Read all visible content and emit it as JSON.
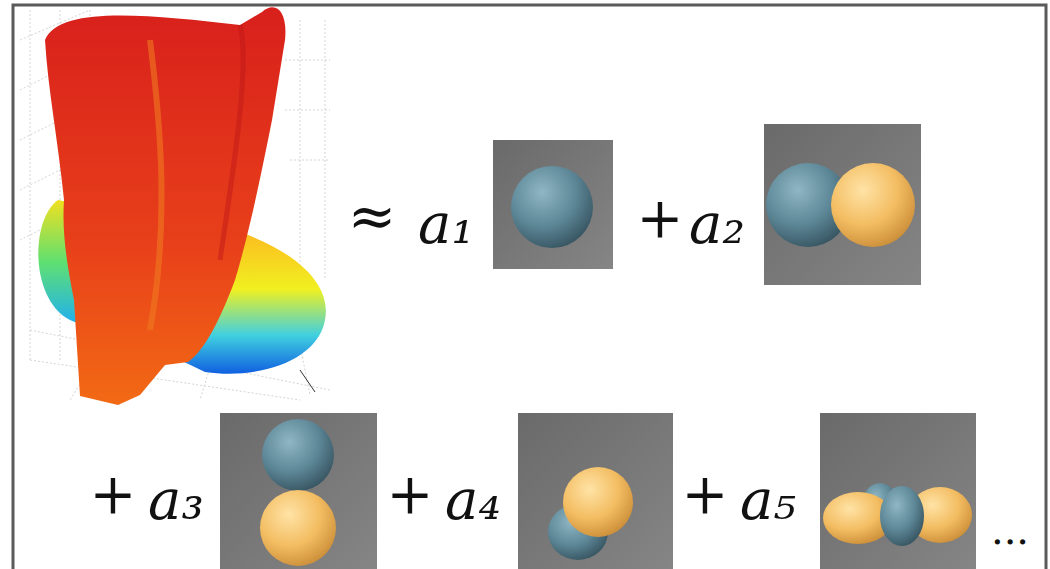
{
  "diagram": {
    "labels": [
      "≈",
      "a₁",
      "+",
      "a₂",
      "+",
      "a₃",
      "+",
      "a₄",
      "+",
      "a₅",
      "..."
    ]
  }
}
